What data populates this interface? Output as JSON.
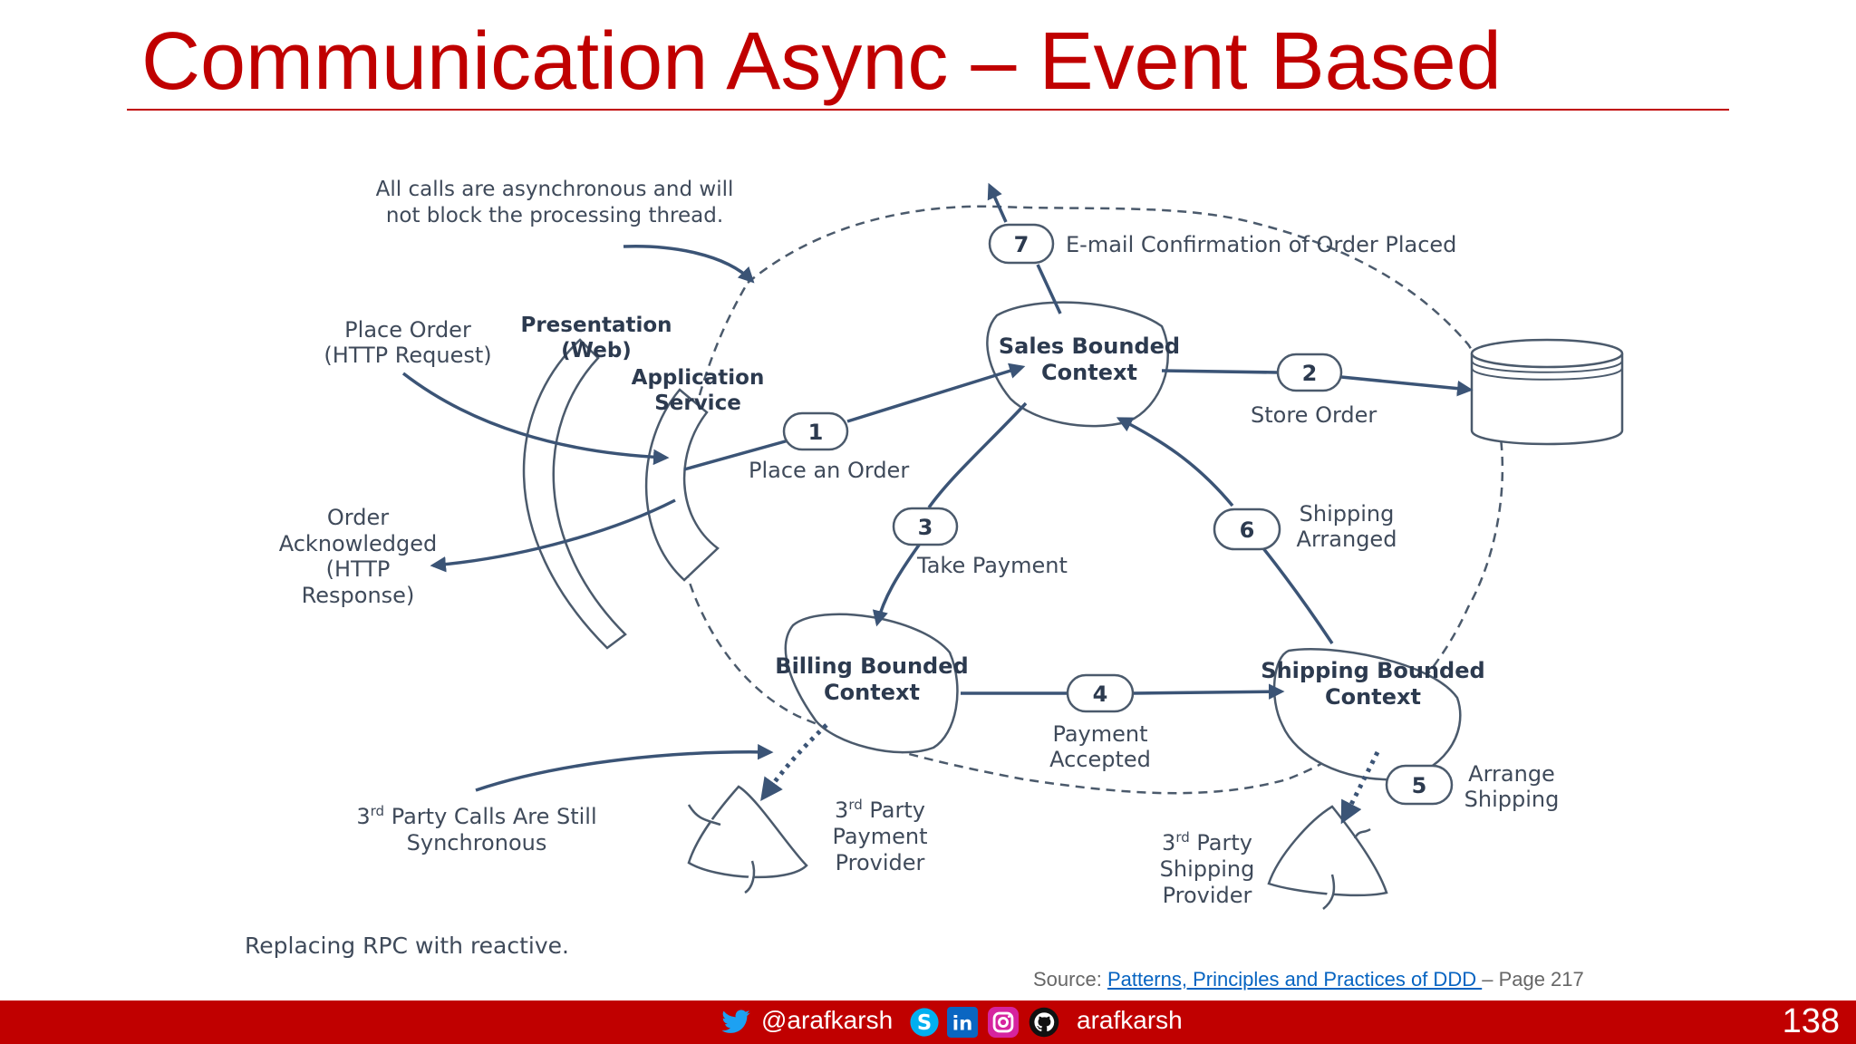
{
  "slide": {
    "title": "Communication Async – Event Based",
    "page_number": "138"
  },
  "diagram": {
    "note_async": [
      "All calls are asynchronous and will",
      "not block the processing thread."
    ],
    "place_order": [
      "Place Order",
      "(HTTP Request)"
    ],
    "order_ack": [
      "Order",
      "Acknowledged",
      "(HTTP",
      "Response)"
    ],
    "presentation": [
      "Presentation",
      "(Web)"
    ],
    "app_service": [
      "Application",
      "Service"
    ],
    "sales_context": [
      "Sales Bounded",
      "Context"
    ],
    "billing_context": [
      "Billing Bounded",
      "Context"
    ],
    "shipping_context": [
      "Shipping Bounded",
      "Context"
    ],
    "steps": [
      {
        "num": "1",
        "label": [
          "Place an Order"
        ]
      },
      {
        "num": "2",
        "label": [
          "Store Order"
        ]
      },
      {
        "num": "3",
        "label": [
          "Take Payment"
        ]
      },
      {
        "num": "4",
        "label": [
          "Payment",
          "Accepted"
        ]
      },
      {
        "num": "5",
        "label": [
          "Arrange",
          "Shipping"
        ]
      },
      {
        "num": "6",
        "label": [
          "Shipping",
          "Arranged"
        ]
      },
      {
        "num": "7",
        "label": [
          "E-mail Confirmation of Order Placed"
        ]
      }
    ],
    "third_party_note": {
      "pre": "3",
      "sup": "rd",
      "rest": " Party Calls Are Still",
      "line2": "Synchronous"
    },
    "payment_provider": {
      "pre": "3",
      "sup": "rd",
      "rest": " Party",
      "line2": "Payment",
      "line3": "Provider"
    },
    "shipping_provider": {
      "pre": "3",
      "sup": "rd",
      "rest": " Party",
      "line2": "Shipping",
      "line3": "Provider"
    },
    "caption": "Replacing RPC with reactive."
  },
  "source": {
    "prefix": "Source: ",
    "link_text": "Patterns, Principles and Practices of DDD ",
    "suffix": "– Page 217"
  },
  "footer": {
    "twitter_handle": "@arafkarsh",
    "github_handle": "arafkarsh"
  },
  "colors": {
    "accent": "#c00000",
    "diagram_ink": "#3b5476",
    "link": "#0563c1"
  },
  "icons": [
    "twitter-icon",
    "skype-icon",
    "linkedin-icon",
    "instagram-icon",
    "github-icon"
  ]
}
